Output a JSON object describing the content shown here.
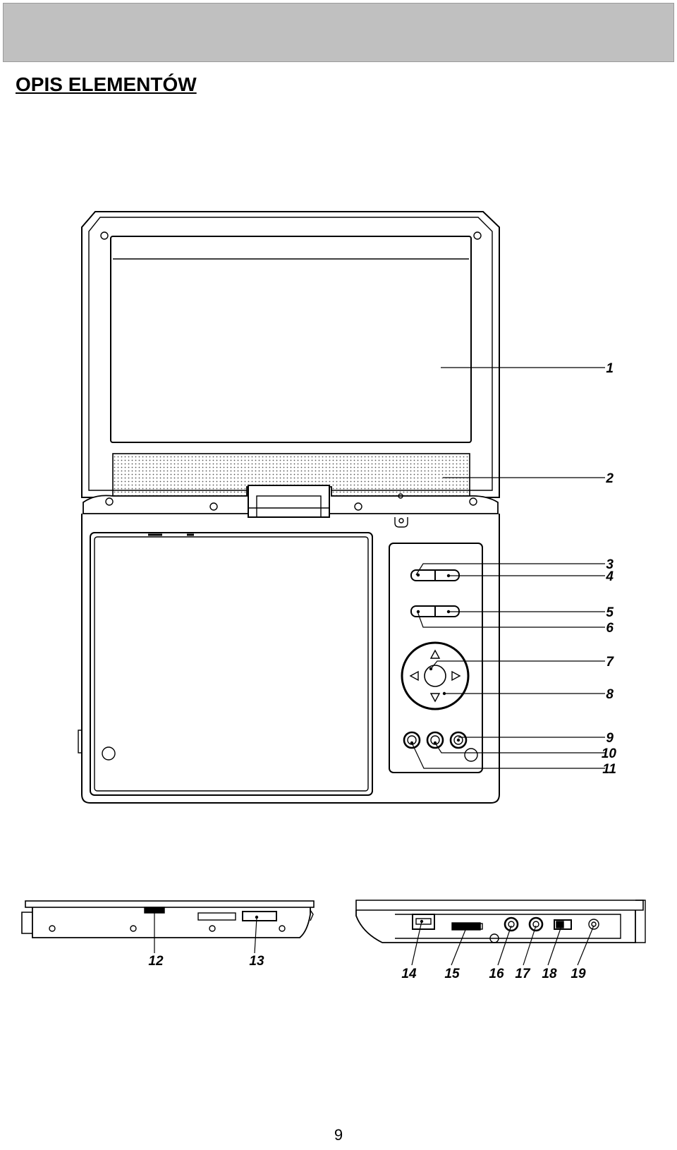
{
  "header": {
    "color": "#c0c0c0"
  },
  "page": {
    "title": "OPIS ELEMENTÓW",
    "number": "9"
  },
  "callouts": [
    "1",
    "2",
    "3",
    "4",
    "5",
    "6",
    "7",
    "8",
    "9",
    "10",
    "11",
    "12",
    "13",
    "14",
    "15",
    "16",
    "17",
    "18",
    "19"
  ],
  "icons": [
    "arrow-up-icon",
    "arrow-down-icon",
    "arrow-left-icon",
    "arrow-right-icon"
  ]
}
